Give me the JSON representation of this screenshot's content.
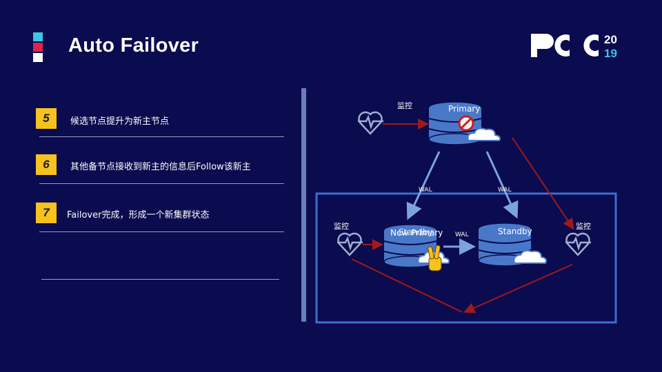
{
  "slide": {
    "title": "Auto Failover",
    "brand": {
      "logo_text": "PCC",
      "year_top": "20",
      "year_bottom": "19"
    },
    "steps": [
      {
        "number": "5",
        "text": "候选节点提升为新主节点"
      },
      {
        "number": "6",
        "text": "其他备节点接收到新主的信息后Follow该新主"
      },
      {
        "number": "7",
        "text": "Failover完成，形成一个新集群状态"
      }
    ]
  },
  "diagram": {
    "primary_label": "Primary",
    "new_primary_overlap_labels": [
      "New Primary",
      "Standby"
    ],
    "standby_label": "Standby",
    "monitor_label": "监控",
    "wal_label": "WAL"
  },
  "colors": {
    "background": "#0b0b4f",
    "step_box": "#f7c21d",
    "db_fill": "#4a78c8",
    "arrow_blue": "#7da3dd",
    "arrow_red": "#a01a1a",
    "cluster_border": "#3d6fd0",
    "divider": "#6a7fb8",
    "logo_cyan": "#3ec6e0",
    "logo_red": "#e0234e"
  }
}
